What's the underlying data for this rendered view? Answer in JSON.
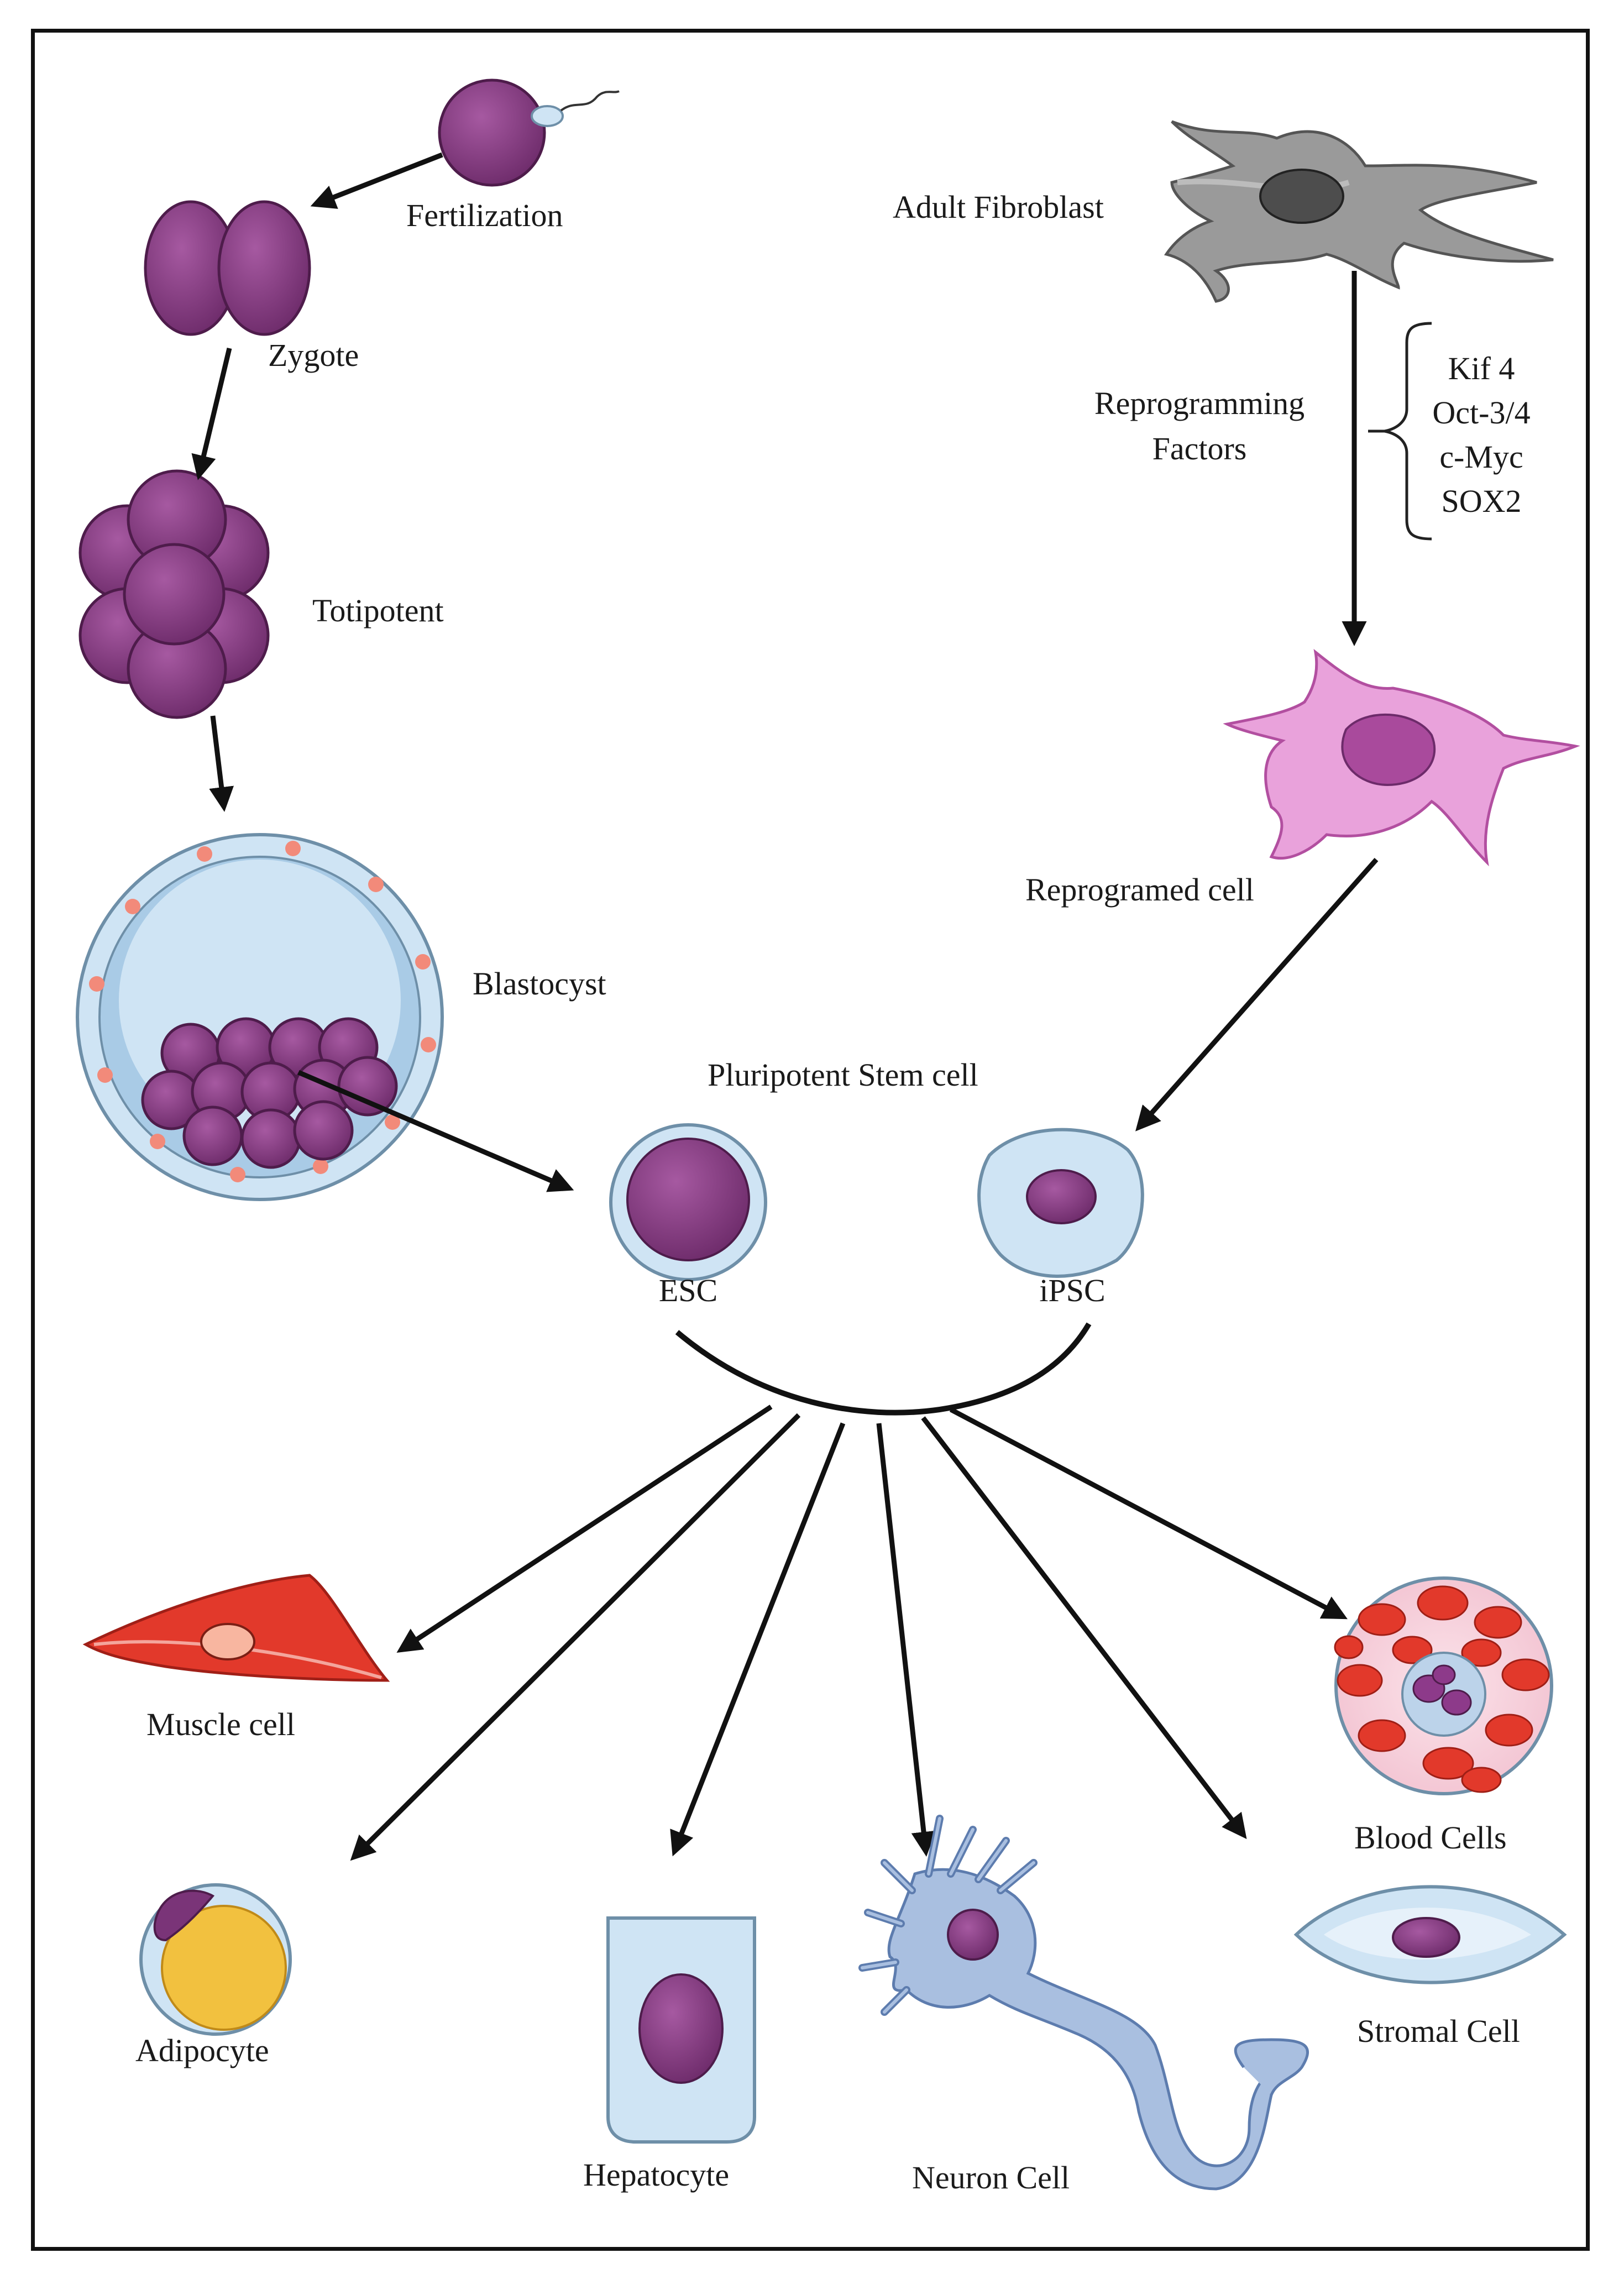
{
  "colors": {
    "purple": "#7a3478",
    "purple_light": "#9a4f95",
    "pink": "#e9a2db",
    "light_blue": "#cfe4f4",
    "blue_outline": "#6e8fa8",
    "red": "#e2392b",
    "gray": "#8a8a8a",
    "neuron_blue": "#a9bfe0",
    "yellow": "#f2c13f"
  },
  "labels": {
    "fertilization": "Fertilization",
    "zygote": "Zygote",
    "totipotent": "Totipotent",
    "blastocyst": "Blastocyst",
    "adult_fibroblast": "Adult Fibroblast",
    "reprogramming_factors_line1": "Reprogramming",
    "reprogramming_factors_line2": "Factors",
    "reprogramed_cell": "Reprogramed cell",
    "pluripotent_stem_cell": "Pluripotent Stem cell",
    "esc": "ESC",
    "ipsc": "iPSC",
    "muscle_cell": "Muscle cell",
    "adipocyte": "Adipocyte",
    "hepatocyte": "Hepatocyte",
    "neuron_cell": "Neuron Cell",
    "blood_cells": "Blood Cells",
    "stromal_cell": "Stromal Cell"
  },
  "factors": [
    "Kif 4",
    "Oct-3/4",
    "c-Myc",
    "SOX2"
  ]
}
